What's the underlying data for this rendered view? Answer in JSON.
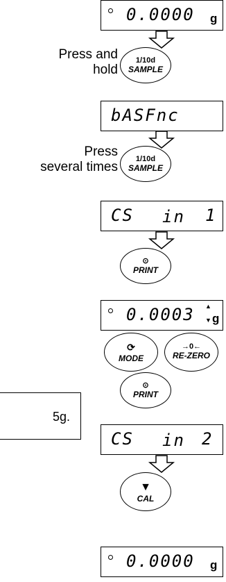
{
  "displays": {
    "d1": {
      "value": "0.0000",
      "unit": "g"
    },
    "d2": {
      "value": "bASFnc"
    },
    "d3": {
      "left": "CS",
      "mid": "in",
      "right": "1"
    },
    "d4": {
      "value": "0.0003",
      "unit": "g"
    },
    "d5": {
      "left": "CS",
      "mid": "in",
      "right": "2"
    },
    "d6": {
      "value": "0.0000",
      "unit": "g"
    }
  },
  "labels": {
    "press_hold_line1": "Press and",
    "press_hold_line2": "hold",
    "press_several_line1": "Press",
    "press_several_line2": "several times"
  },
  "buttons": {
    "sample_top": "1/10d",
    "sample_bottom": "SAMPLE",
    "print": "PRINT",
    "mode": "MODE",
    "rezero_top": "→0←",
    "rezero": "RE-ZERO",
    "cal": "CAL"
  },
  "note": {
    "text": "5g."
  }
}
